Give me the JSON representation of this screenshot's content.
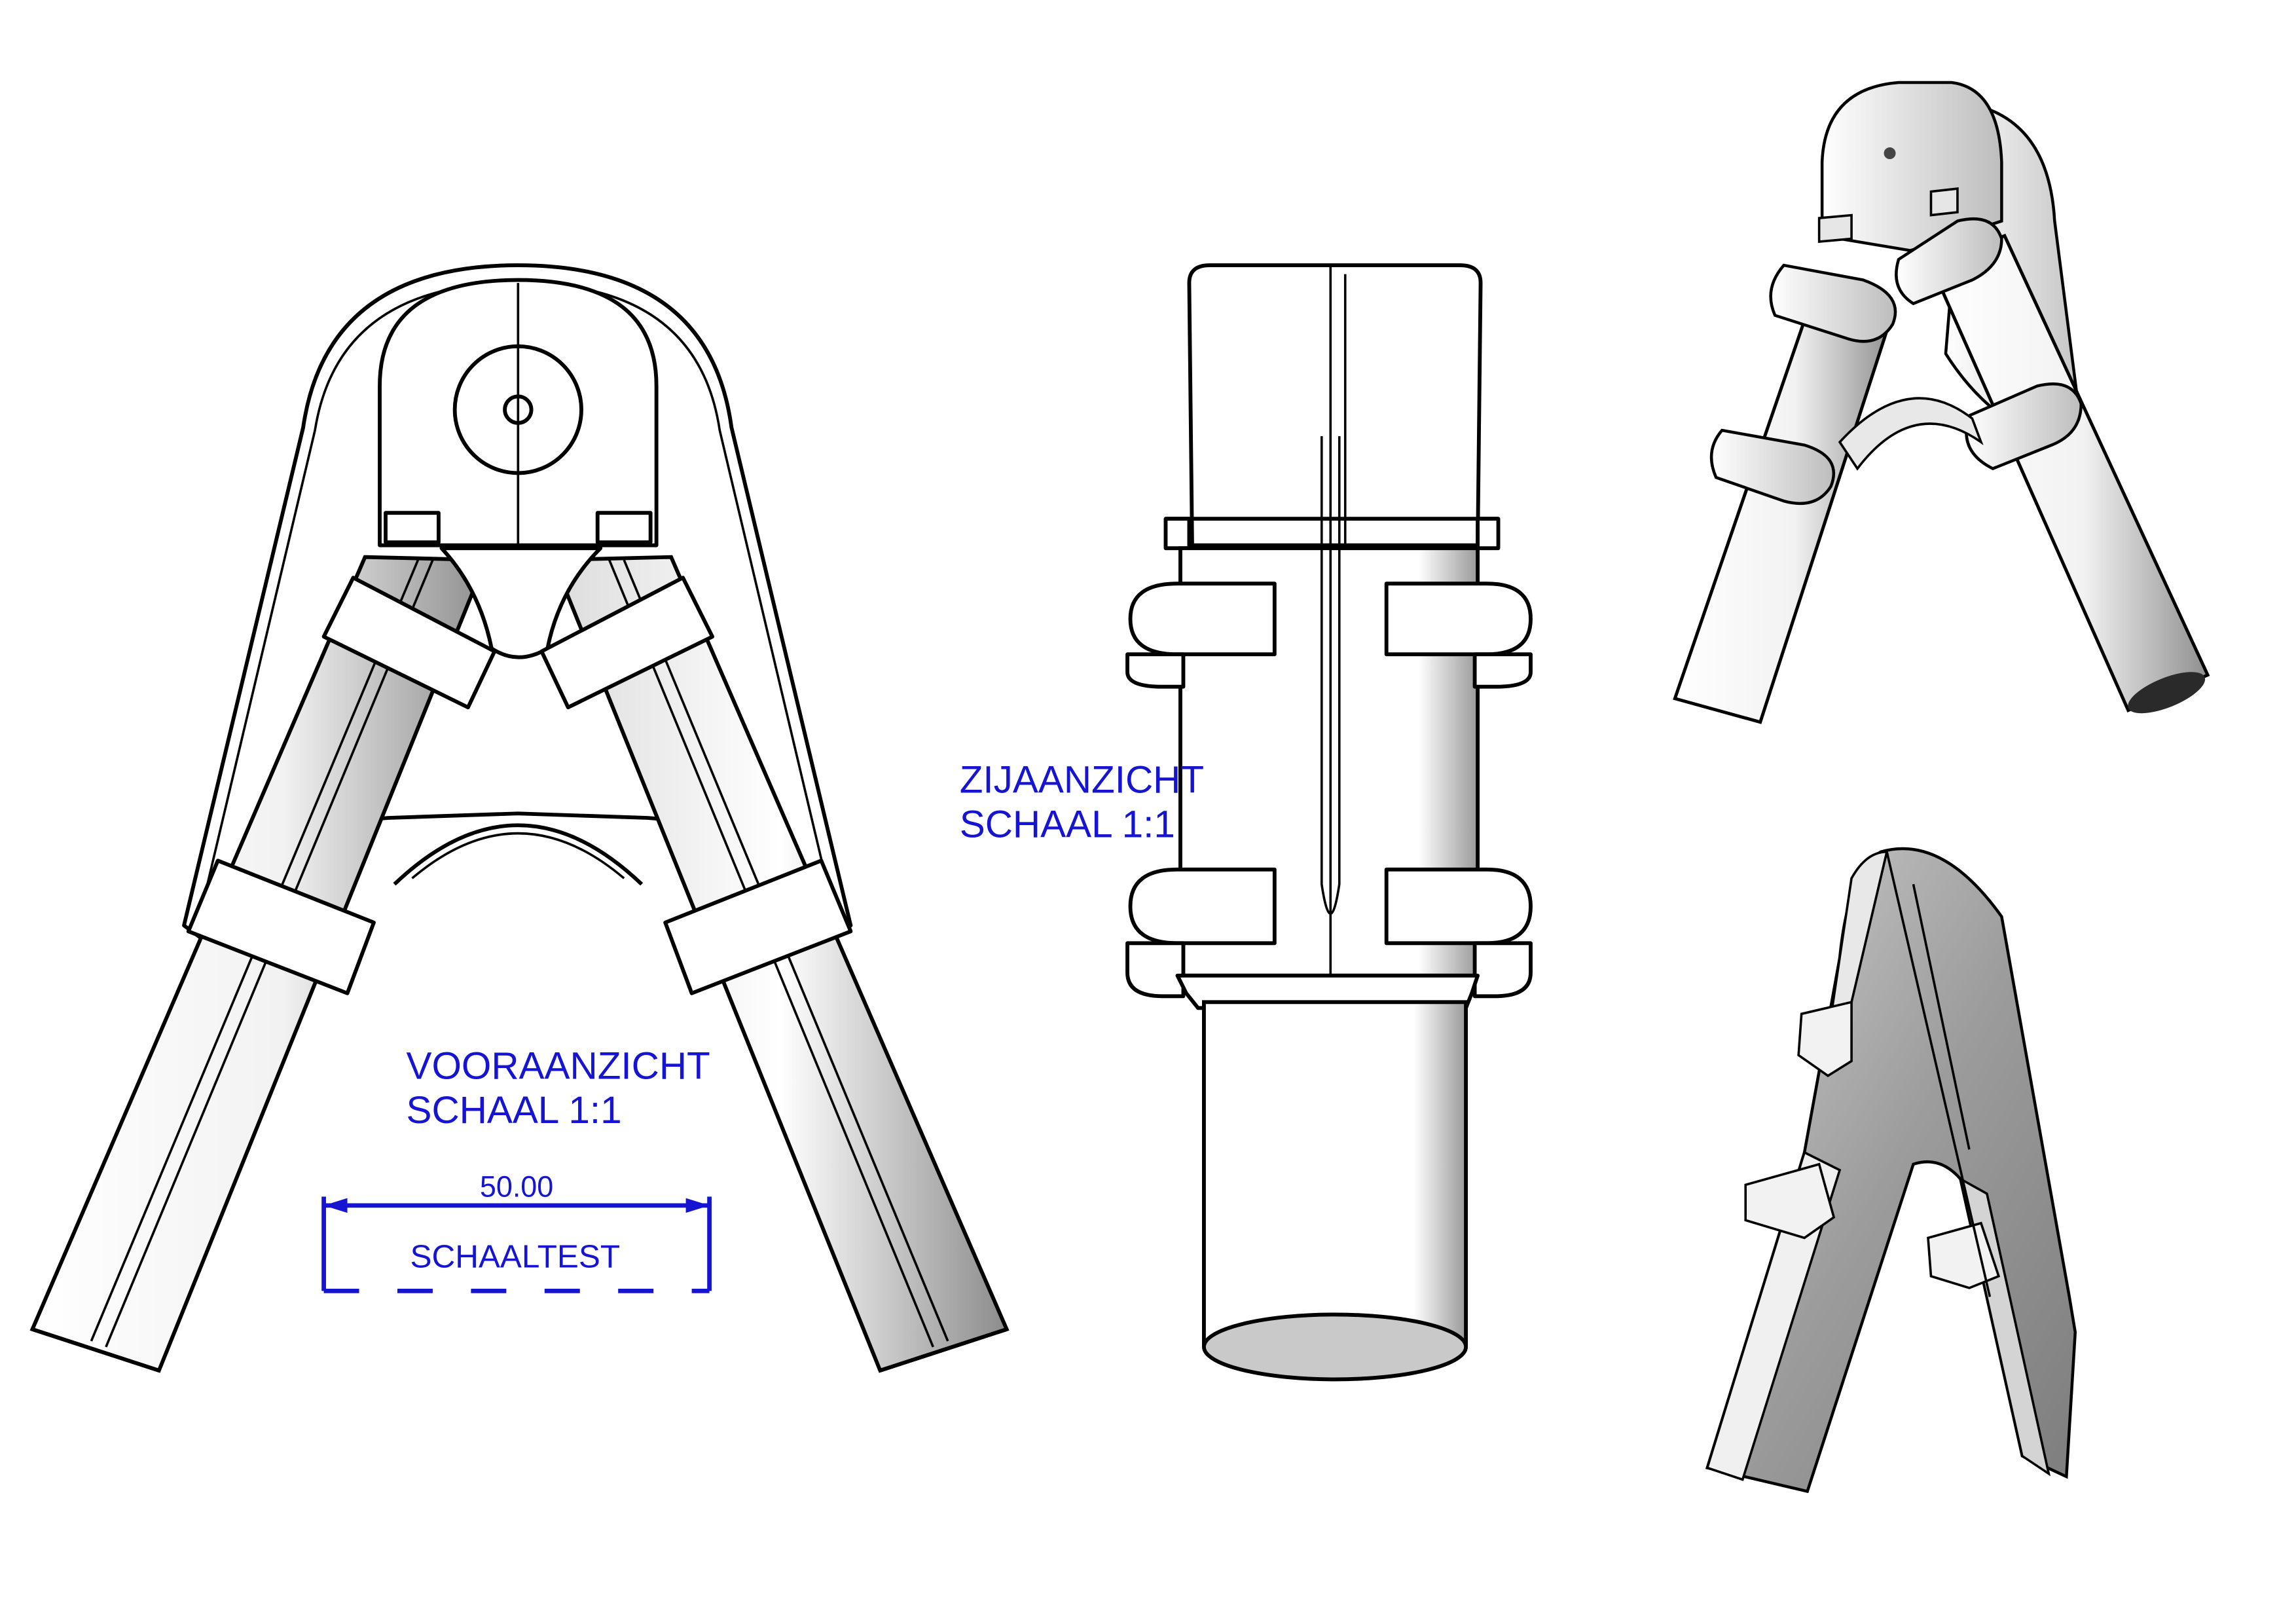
{
  "views": {
    "front": {
      "title": "VOORAANZICHT",
      "scale": "SCHAAL 1:1"
    },
    "side": {
      "title": "ZIJAANZICHT",
      "scale": "SCHAAL 1:1"
    }
  },
  "scale_test": {
    "value": "50.00",
    "label": "SCHAALTEST"
  },
  "colors": {
    "annotation": "#1414d2",
    "outline": "#000000",
    "shade": "#b4b4b4"
  }
}
